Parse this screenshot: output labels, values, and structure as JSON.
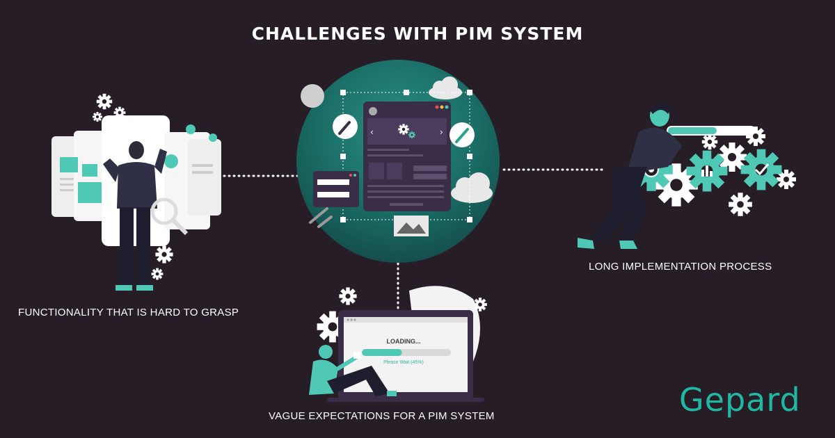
{
  "title": "CHALLENGES WITH PIM SYSTEM",
  "challenges": [
    {
      "label": "FUNCTIONALITY THAT IS HARD TO GRASP"
    },
    {
      "label": "LONG IMPLEMENTATION PROCESS"
    },
    {
      "label": "VAGUE EXPECTATIONS FOR A PIM SYSTEM"
    }
  ],
  "laptop": {
    "loading_text": "LOADING...",
    "wait_text": "Please Wait (45%)",
    "progress": 0.45
  },
  "brand": {
    "name": "Gepard"
  },
  "colors": {
    "background": "#271d26",
    "accent": "#1fb9a3",
    "panel": "#3a2d48",
    "light_card": "#f3f3f3"
  },
  "icons": [
    "gear-icon",
    "wrench-icon",
    "screwdriver-icon",
    "cloud-icon",
    "image-icon",
    "checkmark-icon",
    "bar-chart-icon",
    "target-icon",
    "magnifier-icon"
  ]
}
